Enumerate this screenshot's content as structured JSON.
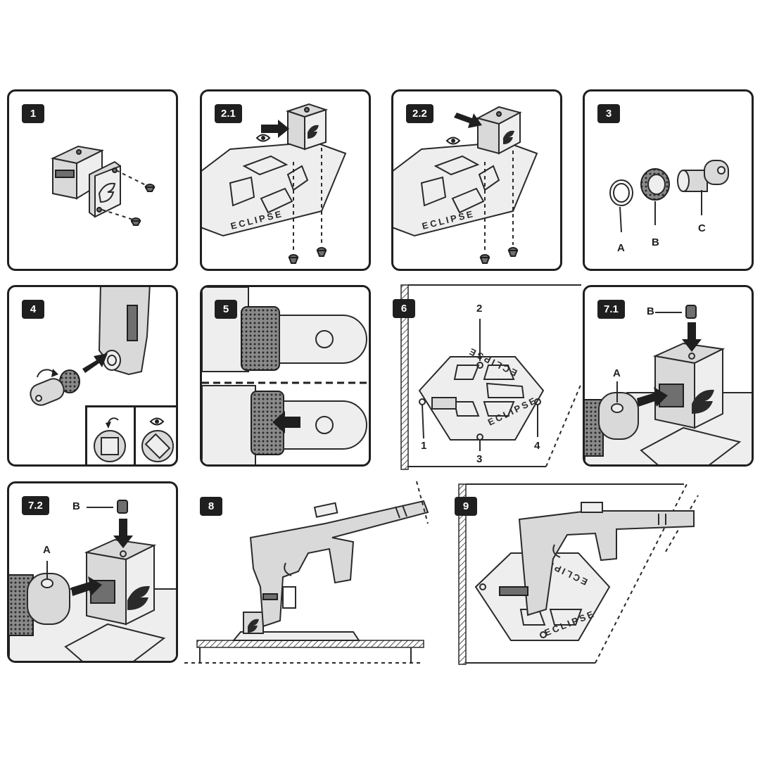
{
  "steps": {
    "s1": "1",
    "s2_1": "2.1",
    "s2_2": "2.2",
    "s3": "3",
    "s4": "4",
    "s5": "5",
    "s6": "6",
    "s7_1": "7.1",
    "s7_2": "7.2",
    "s8": "8",
    "s9": "9"
  },
  "panel3": {
    "label_a": "A",
    "label_b": "B",
    "label_c": "C"
  },
  "panel6": {
    "hole_1": "1",
    "hole_2": "2",
    "hole_3": "3",
    "hole_4": "4",
    "brand": "ECLIPSE"
  },
  "panel7_1": {
    "label_a": "A",
    "label_b": "B"
  },
  "panel7_2": {
    "label_a": "A",
    "label_b": "B"
  },
  "plate_brand": "ECLIPSE",
  "colors": {
    "stroke": "#1f1f1f",
    "part_fill": "#d9d9d9",
    "badge": "#1f1f1f"
  },
  "icons": [
    "arrow",
    "eye-icon",
    "rotate-icon",
    "screw",
    "mounting-plate",
    "marker-gun"
  ]
}
